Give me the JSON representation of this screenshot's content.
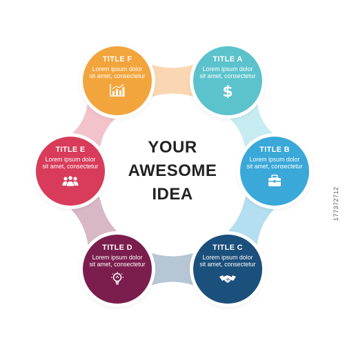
{
  "center": {
    "line1": "YOUR",
    "line2": "AWESOME",
    "line3": "IDEA"
  },
  "nodes": [
    {
      "id": "a",
      "title": "TITLE A",
      "text": "Lorem ipsum dolor sit amet, consectetur",
      "icon": "dollar-icon",
      "color": "#5cc3cc",
      "connector_color": "#c6ecf1"
    },
    {
      "id": "b",
      "title": "TITLE B",
      "text": "Lorem ipsum dolor sit amet, consectetur",
      "icon": "briefcase-icon",
      "color": "#3aa8d8",
      "connector_color": "#b4dff0"
    },
    {
      "id": "c",
      "title": "TITLE C",
      "text": "Lorem ipsum dolor sit amet, consectetur",
      "icon": "handshake-icon",
      "color": "#1b4f7c",
      "connector_color": "#b6c6d4"
    },
    {
      "id": "d",
      "title": "TITLE D",
      "text": "Lorem ipsum dolor sit amet, consectetur",
      "icon": "lightbulb-icon",
      "color": "#7b1e4e",
      "connector_color": "#d9b8c6"
    },
    {
      "id": "e",
      "title": "TITLE E",
      "text": "Lorem ipsum dolor sit amet, consectetur",
      "icon": "people-icon",
      "color": "#d83c5a",
      "connector_color": "#f3c3cc"
    },
    {
      "id": "f",
      "title": "TITLE F",
      "text": "Lorem ipsum dolor sit amet, consectetur",
      "icon": "bar-chart-icon",
      "color": "#f2a53c",
      "connector_color": "#fad6b2"
    }
  ],
  "stock_id": "177372712"
}
